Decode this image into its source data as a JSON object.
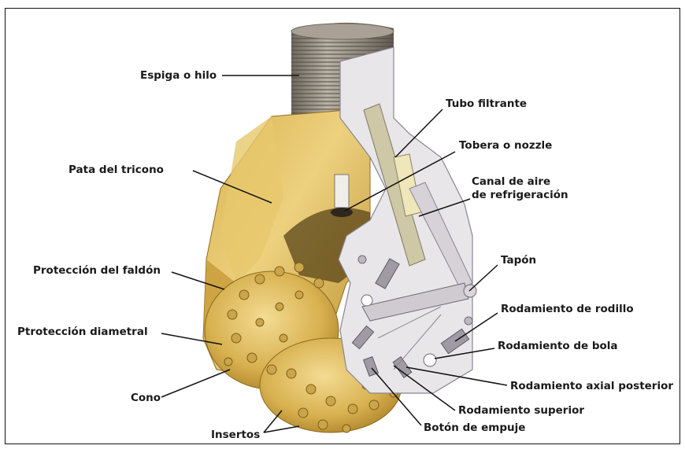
{
  "labels": {
    "espiga": "Espiga o hilo",
    "pata": "Pata del tricono",
    "proteccion_faldon": "Protección del faldón",
    "proteccion_diametral": "Ptrotección diametral",
    "cono": "Cono",
    "insertos": "Insertos",
    "tubo_filtrante": "Tubo filtrante",
    "tobera": "Tobera o nozzle",
    "canal_aire_1": "Canal de aire",
    "canal_aire_2": "de refrigeración",
    "tapon": "Tapón",
    "rodamiento_rodillo": "Rodamiento de rodillo",
    "rodamiento_bola": "Rodamiento de bola",
    "rodamiento_axial": "Rodamiento axial posterior",
    "rodamiento_superior": "Rodamiento superior",
    "boton_empuje": "Botón de empuje"
  },
  "colors": {
    "body_yellow": "#e2bf62",
    "body_dark": "#b58a2c",
    "steel": "#9d9488",
    "cutaway": "#e9e6ea"
  }
}
